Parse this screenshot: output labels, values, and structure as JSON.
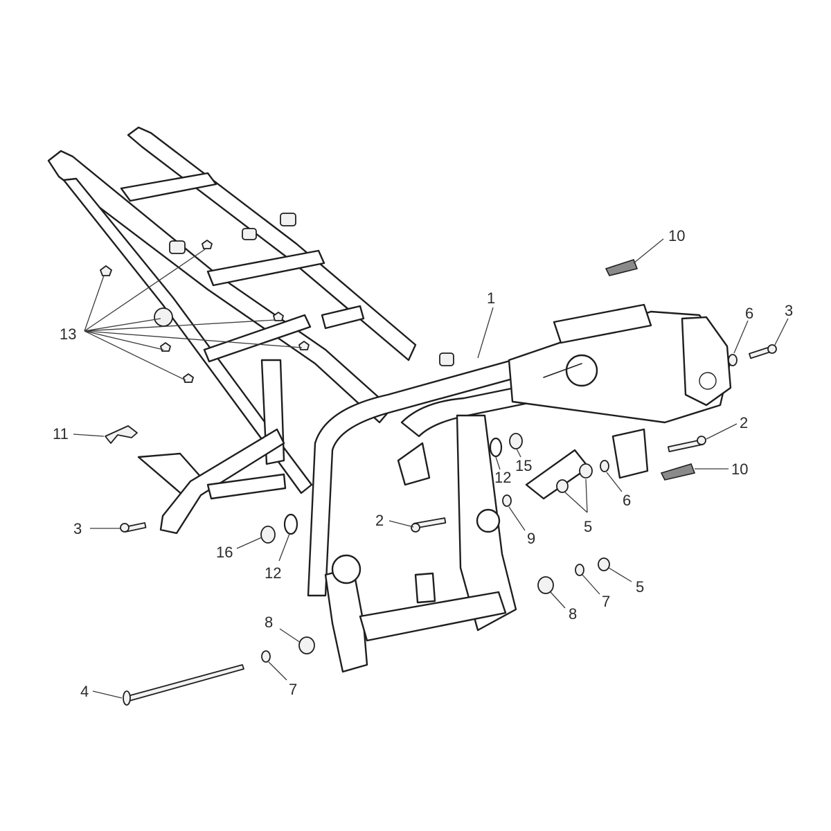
{
  "diagram": {
    "callouts": [
      {
        "id": "c1",
        "label": "1"
      },
      {
        "id": "c2a",
        "label": "2"
      },
      {
        "id": "c2b",
        "label": "2"
      },
      {
        "id": "c3a",
        "label": "3"
      },
      {
        "id": "c3b",
        "label": "3"
      },
      {
        "id": "c4",
        "label": "4"
      },
      {
        "id": "c5a",
        "label": "5"
      },
      {
        "id": "c5b",
        "label": "5"
      },
      {
        "id": "c6a",
        "label": "6"
      },
      {
        "id": "c6b",
        "label": "6"
      },
      {
        "id": "c7a",
        "label": "7"
      },
      {
        "id": "c7b",
        "label": "7"
      },
      {
        "id": "c8a",
        "label": "8"
      },
      {
        "id": "c8b",
        "label": "8"
      },
      {
        "id": "c9",
        "label": "9"
      },
      {
        "id": "c10a",
        "label": "10"
      },
      {
        "id": "c10b",
        "label": "10"
      },
      {
        "id": "c11",
        "label": "11"
      },
      {
        "id": "c12a",
        "label": "12"
      },
      {
        "id": "c12b",
        "label": "12"
      },
      {
        "id": "c13",
        "label": "13"
      },
      {
        "id": "c15",
        "label": "15"
      },
      {
        "id": "c16",
        "label": "16"
      }
    ]
  }
}
